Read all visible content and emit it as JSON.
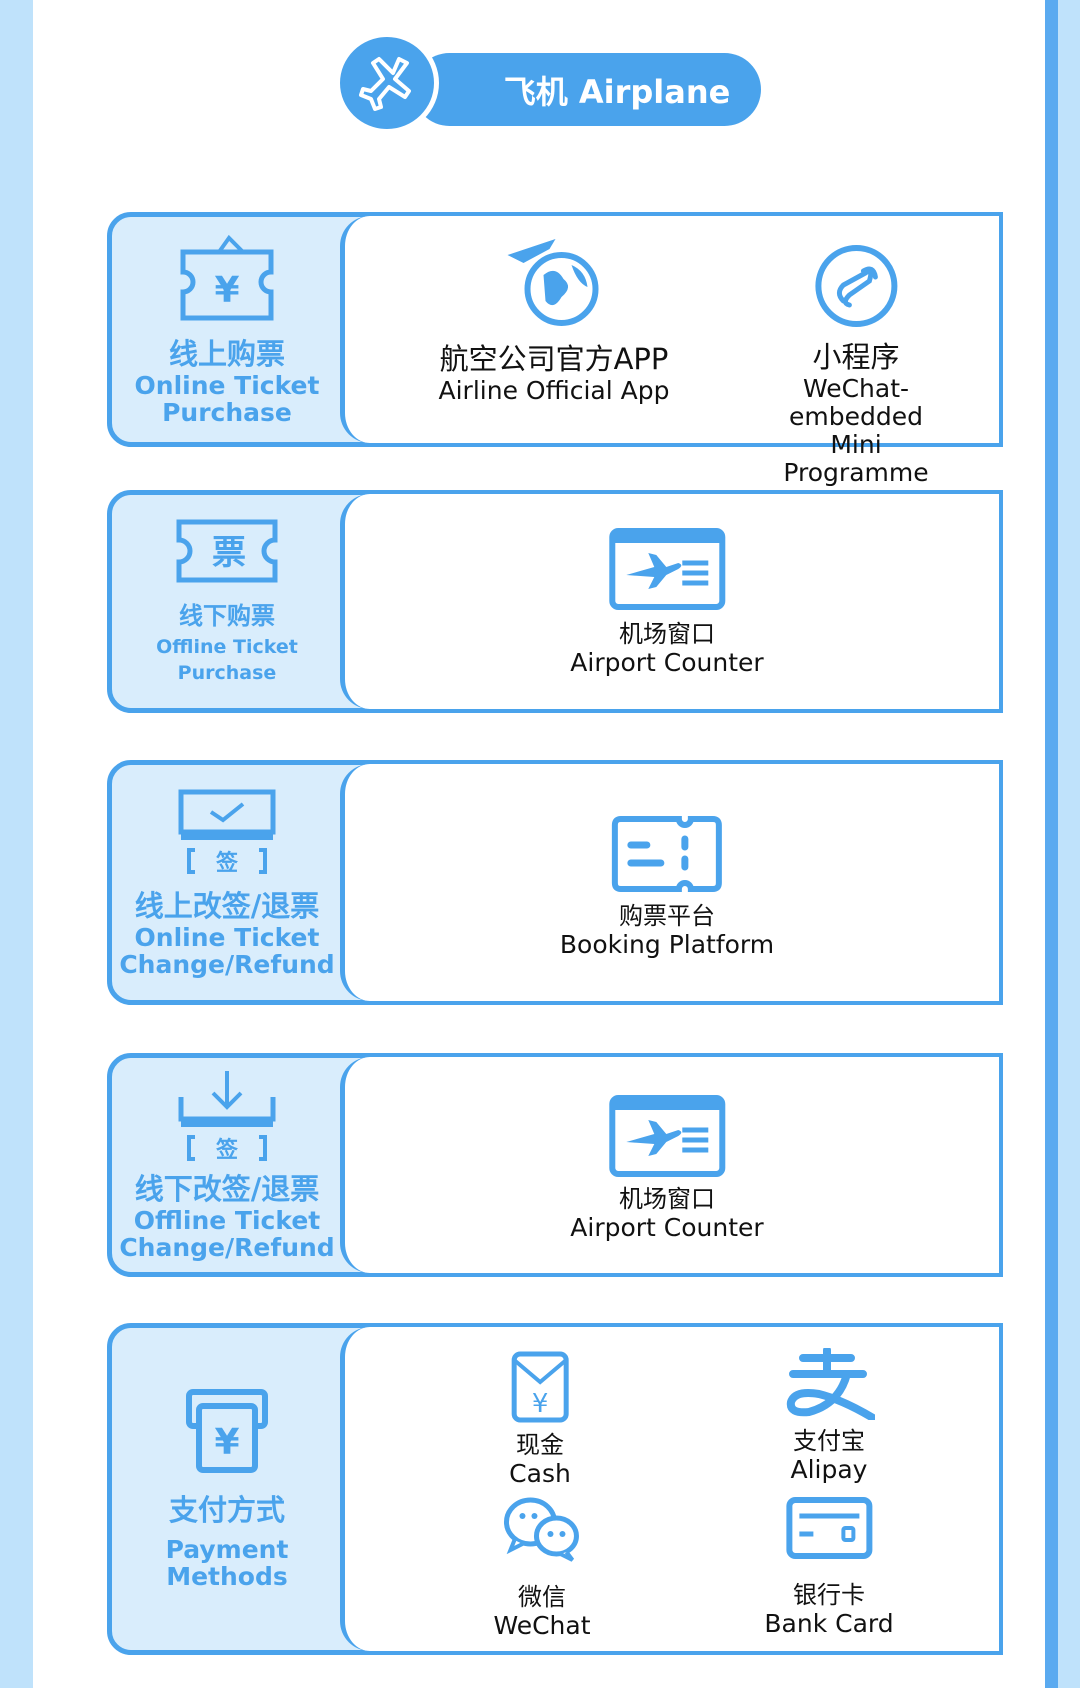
{
  "header": {
    "title": "飞机 Airplane",
    "icon": "airplane-icon"
  },
  "colors": {
    "accent": "#4aa3ec",
    "panel_bg": "#d9edfc",
    "page_bg": "#bfe2fb"
  },
  "sections": [
    {
      "zh": "线上购票",
      "en1": "Online Ticket",
      "en2": "Purchase",
      "icon": "ticket-yen-icon",
      "items": [
        {
          "zh": "航空公司官方APP",
          "en1": "Airline Official App",
          "icon": "globe-plane-icon"
        },
        {
          "zh": "小程序",
          "en1": "WeChat-embedded",
          "en2": "Mini Programme",
          "icon": "mini-program-icon"
        }
      ]
    },
    {
      "zh": "线下购票",
      "en1": "Offline Ticket",
      "en2": "Purchase",
      "icon": "ticket-icon",
      "items": [
        {
          "zh": "机场窗口",
          "en1": "Airport  Counter",
          "icon": "boarding-pass-icon"
        }
      ]
    },
    {
      "zh": "线上改签/退票",
      "en1": "Online Ticket",
      "en2": "Change/Refund",
      "icon": "online-change-icon",
      "items": [
        {
          "zh": "购票平台",
          "en1": "Booking Platform",
          "icon": "ticket-stub-icon"
        }
      ]
    },
    {
      "zh": "线下改签/退票",
      "en1": "Offline Ticket",
      "en2": "Change/Refund",
      "icon": "offline-change-icon",
      "items": [
        {
          "zh": "机场窗口",
          "en1": "Airport Counter",
          "icon": "boarding-pass-icon"
        }
      ]
    },
    {
      "zh": "支付方式",
      "en1": "Payment",
      "en2": "Methods",
      "icon": "payment-terminal-icon",
      "items": [
        {
          "zh": "现金",
          "en1": "Cash",
          "icon": "cash-envelope-icon"
        },
        {
          "zh": "支付宝",
          "en1": "Alipay",
          "icon": "alipay-icon"
        },
        {
          "zh": "微信",
          "en1": "WeChat",
          "icon": "wechat-icon"
        },
        {
          "zh": "银行卡",
          "en1": "Bank Card",
          "icon": "bank-card-icon"
        }
      ]
    }
  ]
}
